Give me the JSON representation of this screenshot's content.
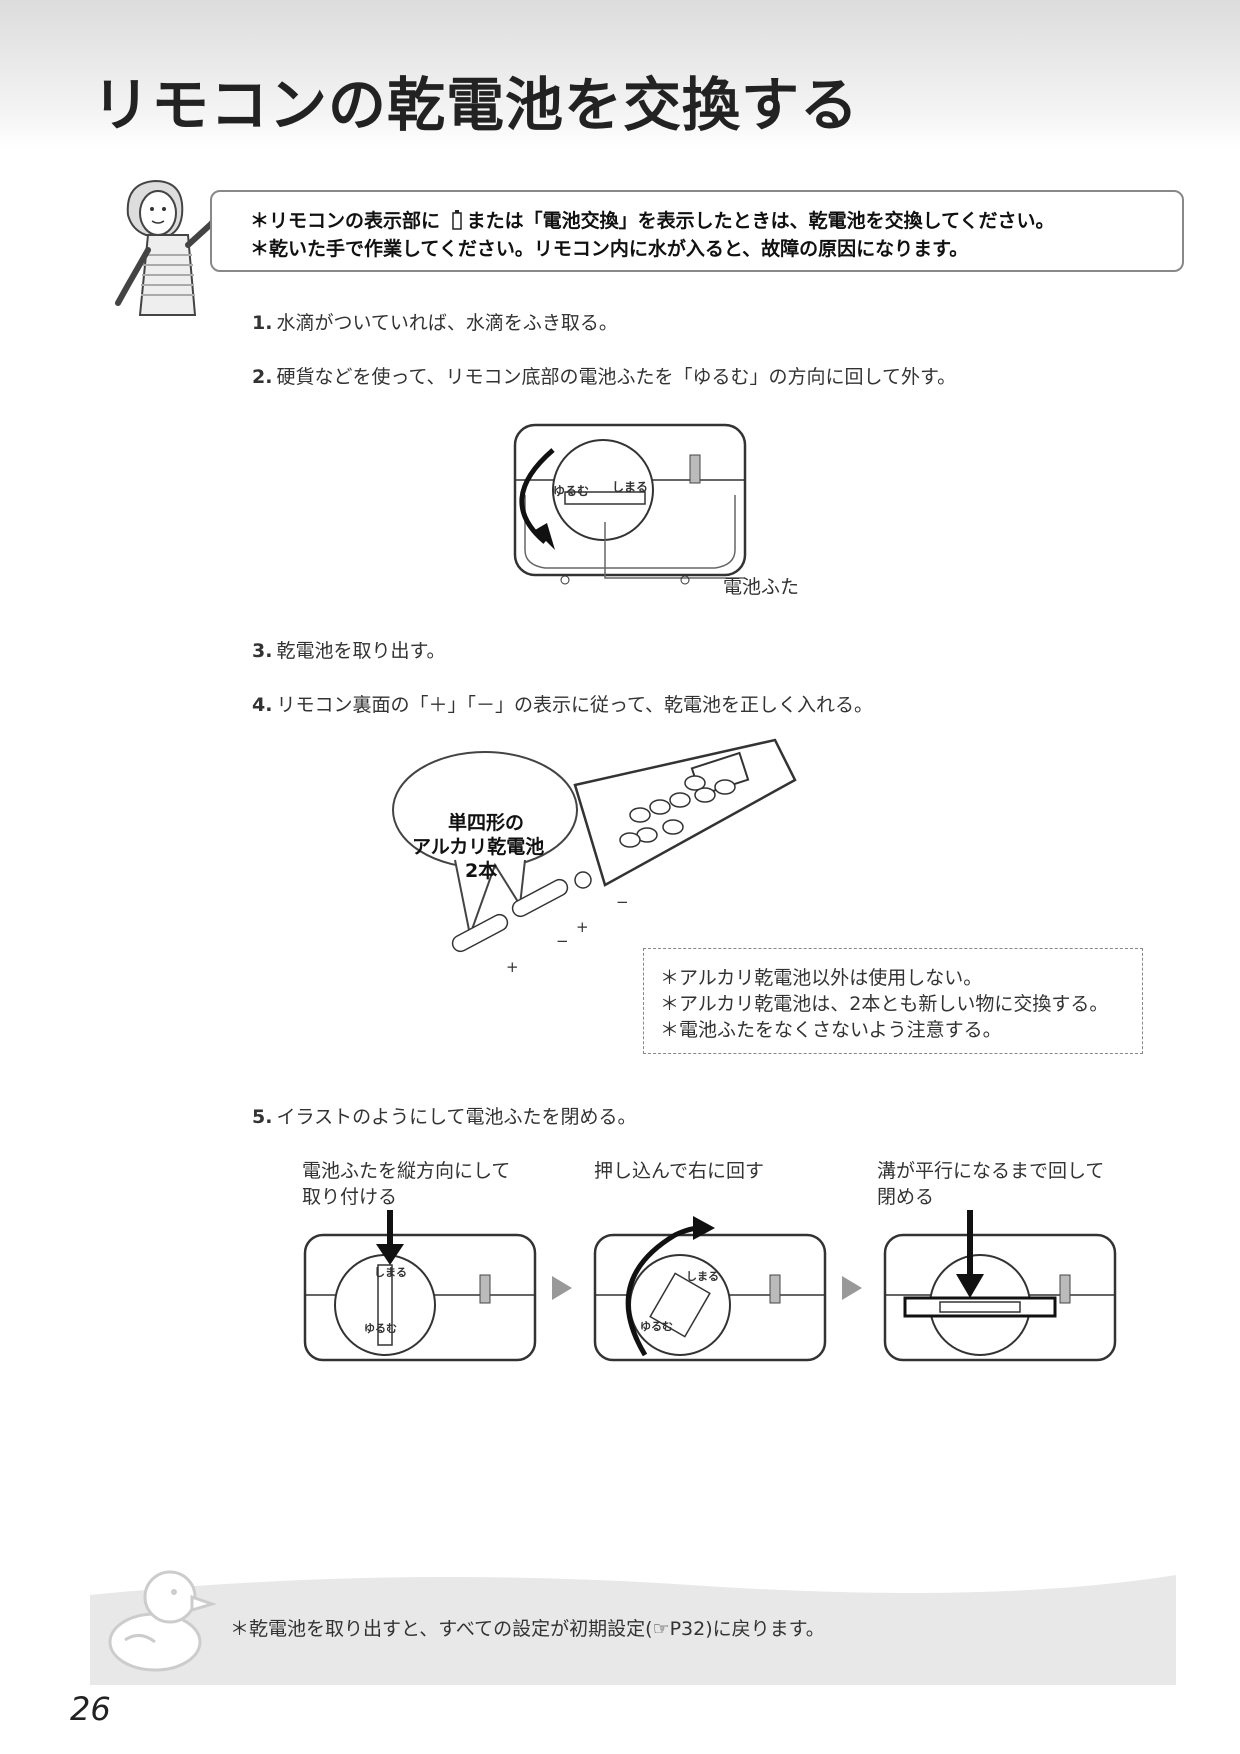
{
  "page": {
    "title": "リモコンの乾電池を交換する",
    "number": "26"
  },
  "caution": {
    "line1_prefix": "＊リモコンの表示部に",
    "line1_suffix": "または「電池交換」を表示したときは、乾電池を交換してください。",
    "line2": "＊乾いた手で作業してください。リモコン内に水が入ると、故障の原因になります。"
  },
  "steps": [
    {
      "num": "1.",
      "text": "水滴がついていれば、水滴をふき取る。"
    },
    {
      "num": "2.",
      "text": "硬貨などを使って、リモコン底部の電池ふたを「ゆるむ」の方向に回して外す。"
    },
    {
      "num": "3.",
      "text": "乾電池を取り出す。"
    },
    {
      "num": "4.",
      "text": "リモコン裏面の「＋」「－」の表示に従って、乾電池を正しく入れる。"
    },
    {
      "num": "5.",
      "text": "イラストのようにして電池ふたを閉める。"
    }
  ],
  "fig1": {
    "loosen": "ゆるむ",
    "tighten": "しまる",
    "cover_label": "電池ふた"
  },
  "fig2": {
    "bubble": [
      "単四形の",
      "アルカリ乾電池",
      "2本"
    ],
    "plus": "+",
    "minus": "−"
  },
  "notes": [
    "＊アルカリ乾電池以外は使用しない。",
    "＊アルカリ乾電池は、2本とも新しい物に交換する。",
    "＊電池ふたをなくさないよう注意する。"
  ],
  "fig3": {
    "captions": [
      [
        "電池ふたを縦方向にして",
        "取り付ける"
      ],
      [
        "押し込んで右に回す"
      ],
      [
        "溝が平行になるまで回して",
        "閉める"
      ]
    ],
    "loosen": "ゆるむ",
    "tighten": "しまる"
  },
  "footer": {
    "note": "＊乾電池を取り出すと、すべての設定が初期設定(☞P32)に戻ります。"
  }
}
